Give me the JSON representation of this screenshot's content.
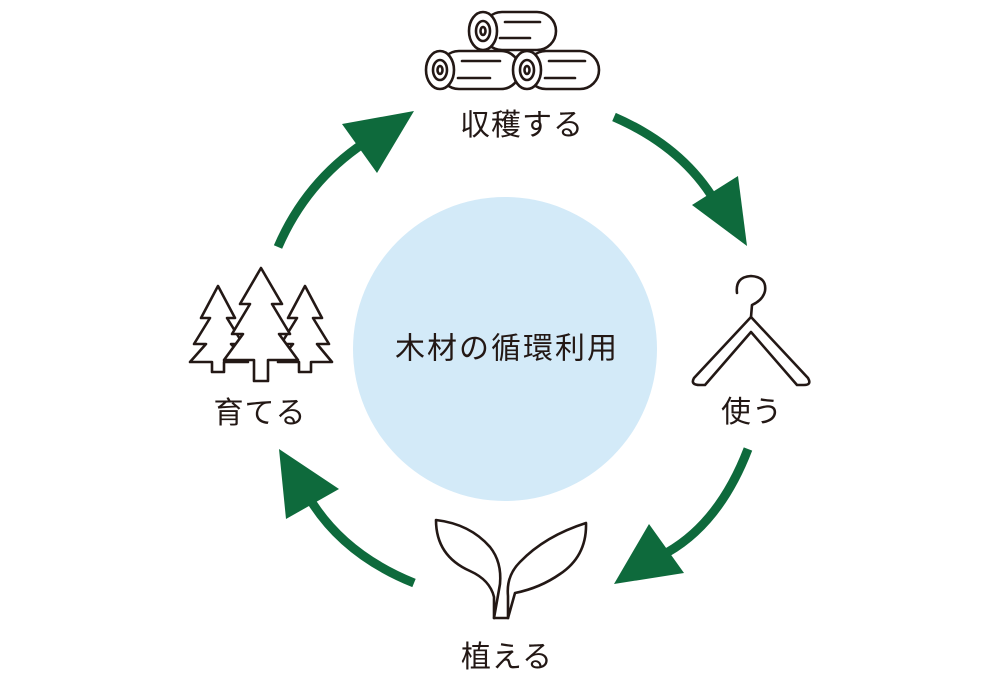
{
  "center": {
    "label": "木材の循環利用",
    "color": "#d3eaf8"
  },
  "arrow_color": "#0e6a3c",
  "steps": [
    {
      "label": "収穫する",
      "icon": "logs-icon"
    },
    {
      "label": "使う",
      "icon": "hanger-icon"
    },
    {
      "label": "植える",
      "icon": "sprout-icon"
    },
    {
      "label": "育てる",
      "icon": "trees-icon"
    }
  ]
}
